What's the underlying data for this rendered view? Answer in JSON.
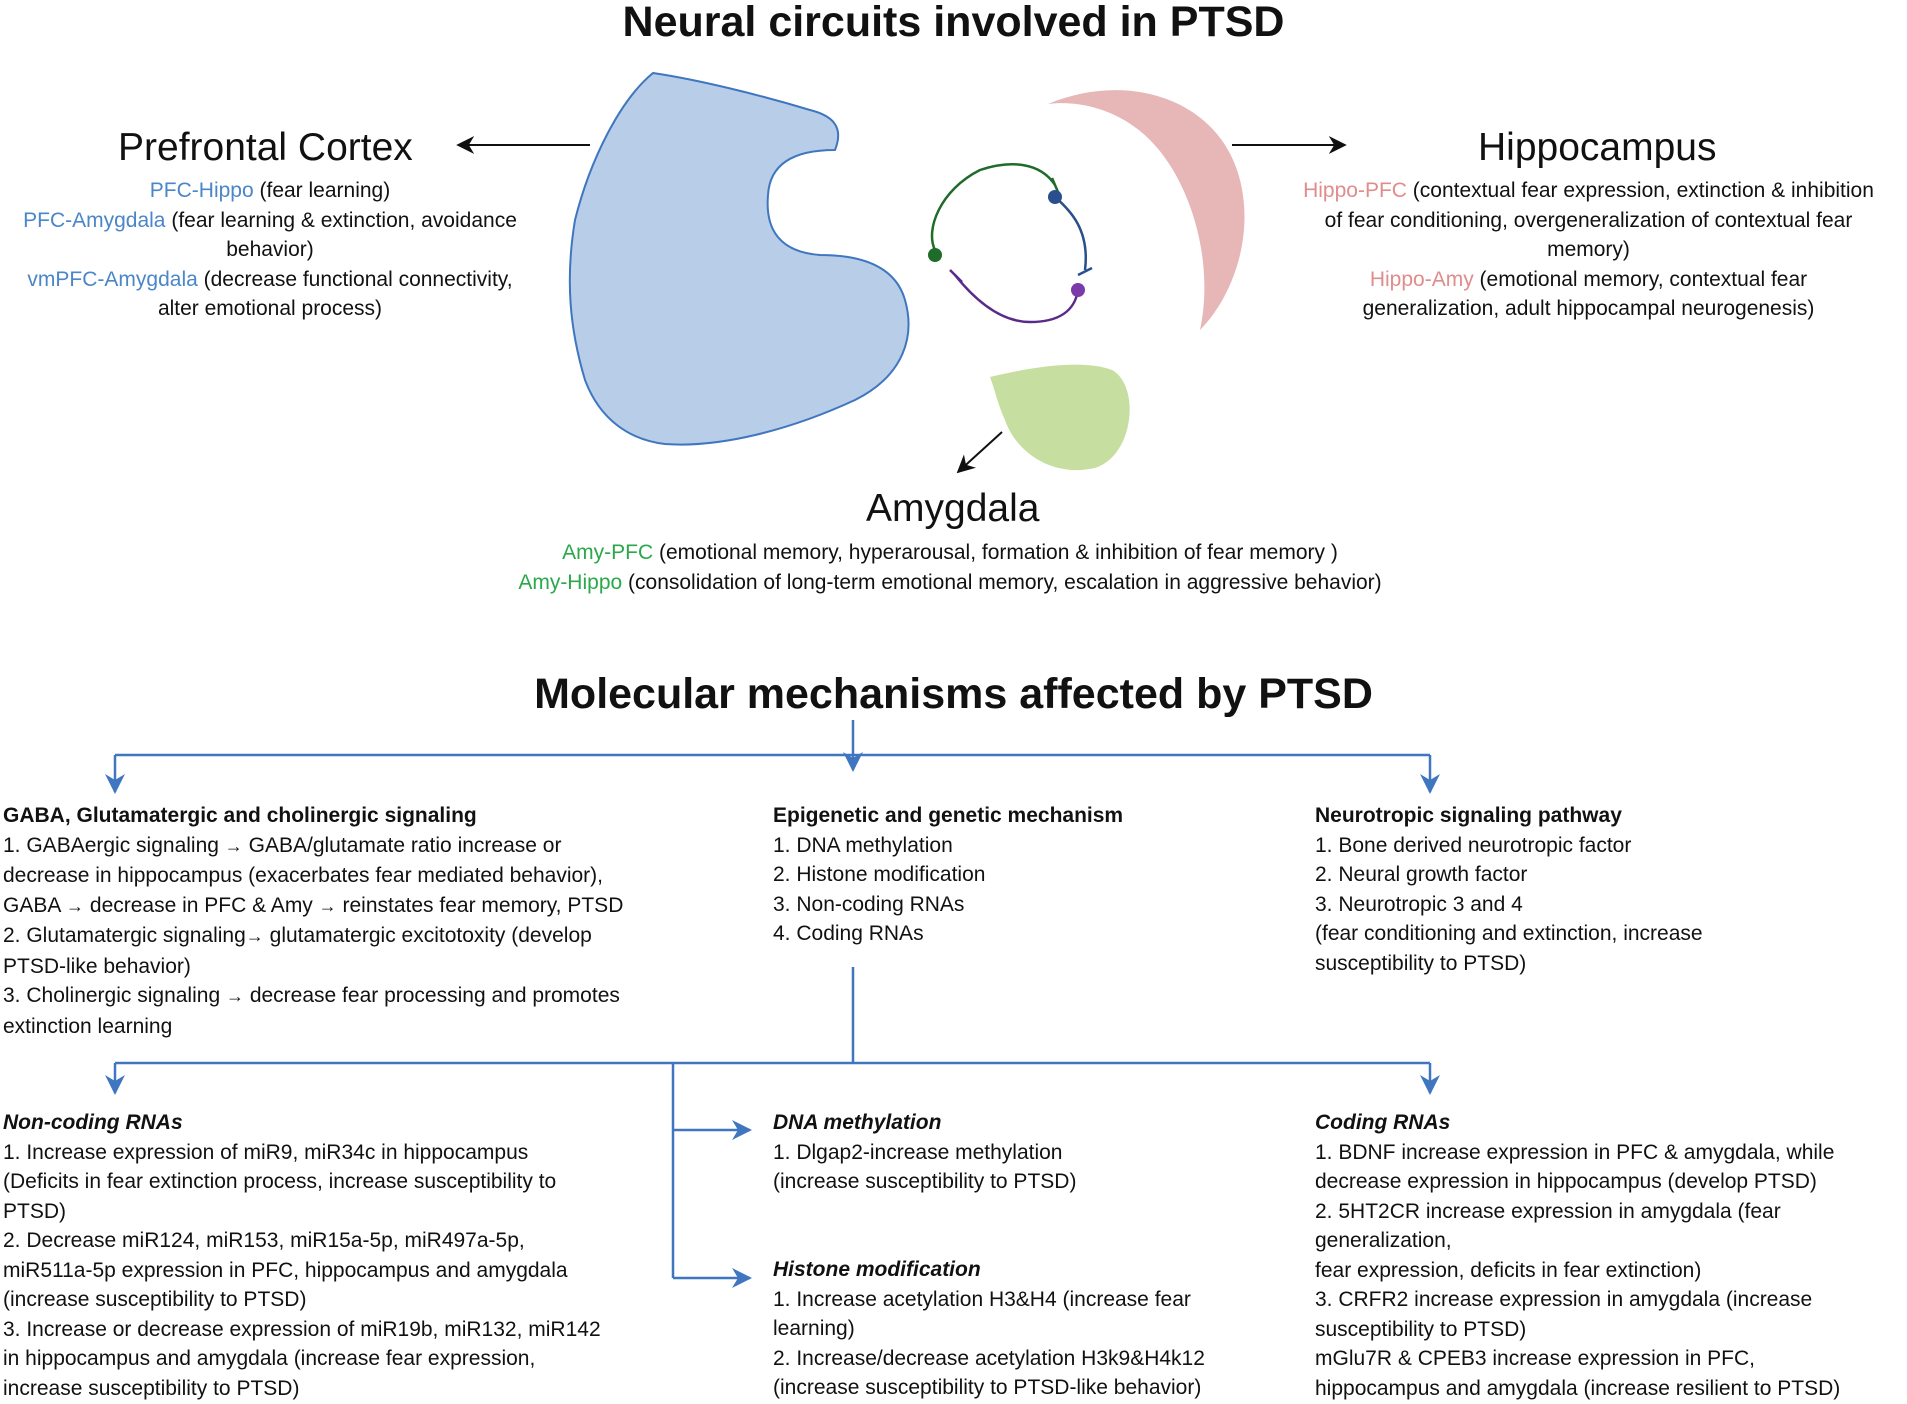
{
  "colors": {
    "pfc_shape": "#b7cde8",
    "pfc_outline": "#3f76bf",
    "hippo_shape": "#e7b6b6",
    "amy_shape": "#c6dfa0",
    "pfc_label": "#4a86c8",
    "hippo_label": "#e08c8c",
    "amy_label": "#2aa84a",
    "flow_arrow": "#3f76bf",
    "neuron_green": "#1f6b2a",
    "neuron_blue": "#2a4f8c",
    "neuron_purple": "#5a2a8a"
  },
  "circuits": {
    "title": "Neural circuits involved in PTSD",
    "pfc": {
      "name": "Prefrontal Cortex",
      "lines": [
        {
          "key": "PFC-Hippo",
          "text": " (fear learning)"
        },
        {
          "key": "PFC-Amygdala",
          "text": " (fear learning & extinction, avoidance"
        },
        {
          "key": "",
          "text": "behavior)"
        },
        {
          "key": "vmPFC-Amygdala",
          "text": " (decrease functional connectivity,"
        },
        {
          "key": "",
          "text": "alter emotional process)"
        }
      ]
    },
    "hippo": {
      "name": "Hippocampus",
      "lines": [
        {
          "key": "Hippo-PFC",
          "text": " (contextual fear expression, extinction & inhibition"
        },
        {
          "key": "",
          "text": "of fear conditioning, overgeneralization of contextual fear"
        },
        {
          "key": "",
          "text": "memory)"
        },
        {
          "key": "Hippo-Amy",
          "text": " (emotional memory, contextual fear"
        },
        {
          "key": "",
          "text": "generalization, adult hippocampal neurogenesis)"
        }
      ]
    },
    "amy": {
      "name": "Amygdala",
      "lines": [
        {
          "key": "Amy-PFC",
          "text": " (emotional memory, hyperarousal, formation & inhibition of fear memory )"
        },
        {
          "key": "Amy-Hippo",
          "text": " (consolidation of long-term emotional memory, escalation in aggressive behavior)"
        }
      ]
    }
  },
  "molecular": {
    "title": "Molecular mechanisms affected by PTSD",
    "gaba": {
      "heading": "GABA, Glutamatergic and cholinergic signaling",
      "l1": "1. GABAergic signaling",
      "l1b": "GABA/glutamate ratio increase or",
      "l2": "decrease in hippocampus (exacerbates fear mediated behavior),",
      "l3a": "GABA",
      "l3b": "decrease in PFC & Amy",
      "l3c": "reinstates fear memory, PTSD",
      "l4a": "2. Glutamatergic signaling",
      "l4b": "glutamatergic excitotoxity (develop",
      "l5": "PTSD-like behavior)",
      "l6a": "3. Cholinergic signaling",
      "l6b": "decrease fear processing and promotes",
      "l7": "extinction learning",
      "arrow_glyph": "→"
    },
    "epigenetic": {
      "heading": "Epigenetic and genetic mechanism",
      "items": [
        "1. DNA methylation",
        "2. Histone modification",
        "3. Non-coding RNAs",
        "4. Coding RNAs"
      ]
    },
    "neurotropic": {
      "heading": "Neurotropic signaling pathway",
      "items": [
        "1. Bone derived neurotropic factor",
        "2. Neural growth factor",
        "3. Neurotropic 3 and 4",
        "(fear conditioning and extinction, increase",
        "susceptibility to PTSD)"
      ]
    },
    "noncoding": {
      "heading": "Non-coding RNAs",
      "items": [
        "1. Increase expression of miR9, miR34c in hippocampus",
        "(Deficits in fear extinction process, increase susceptibility to",
        "PTSD)",
        "2. Decrease miR124, miR153, miR15a-5p, miR497a-5p,",
        "miR511a-5p expression in PFC, hippocampus and amygdala",
        "(increase susceptibility to PTSD)",
        "3. Increase or decrease expression of miR19b, miR132, miR142",
        "in hippocampus and amygdala (increase fear expression,",
        "increase susceptibility to PTSD)"
      ]
    },
    "dna": {
      "heading": "DNA methylation",
      "items": [
        "1. Dlgap2-increase methylation",
        "(increase susceptibility to PTSD)"
      ]
    },
    "histone": {
      "heading": "Histone modification",
      "items": [
        "1. Increase acetylation H3&H4 (increase fear",
        "learning)",
        "2. Increase/decrease acetylation H3k9&H4k12",
        "(increase susceptibility to PTSD-like behavior)"
      ]
    },
    "coding": {
      "heading": "Coding RNAs",
      "items": [
        "1. BDNF increase expression in PFC & amygdala, while",
        "decrease expression in hippocampus  (develop PTSD)",
        "2. 5HT2CR increase expression in amygdala (fear",
        "generalization,",
        "fear expression, deficits in fear extinction)",
        "3. CRFR2 increase expression in amygdala (increase",
        "susceptibility to PTSD)",
        "mGlu7R  & CPEB3 increase expression in PFC,",
        "hippocampus and amygdala (increase resilient to PTSD)"
      ]
    }
  }
}
